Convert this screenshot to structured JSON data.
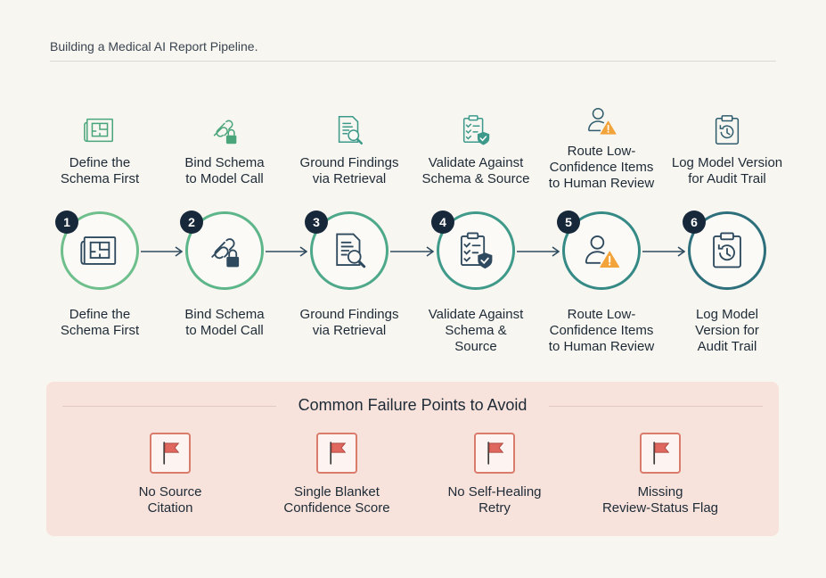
{
  "page": {
    "title": "Building a Medical AI Report Pipeline."
  },
  "steps": [
    {
      "number": "1",
      "top_label": [
        "Define the",
        "Schema First"
      ],
      "bottom_label": [
        "Define the",
        "Schema First"
      ],
      "icon": "blueprint-icon",
      "accent": "#6fbf8c"
    },
    {
      "number": "2",
      "top_label": [
        "Bind Schema",
        "to Model Call"
      ],
      "bottom_label": [
        "Bind Schema",
        "to Model Call"
      ],
      "icon": "chain-lock-icon",
      "accent": "#5db58a"
    },
    {
      "number": "3",
      "top_label": [
        "Ground Findings",
        "via Retrieval"
      ],
      "bottom_label": [
        "Ground Findings",
        "via Retrieval"
      ],
      "icon": "document-search-icon",
      "accent": "#4ea88a"
    },
    {
      "number": "4",
      "top_label": [
        "Validate Against",
        "Schema & Source"
      ],
      "bottom_label": [
        "Validate Against",
        "Schema &",
        "Source"
      ],
      "icon": "checklist-shield-icon",
      "accent": "#3f9a8a"
    },
    {
      "number": "5",
      "top_label": [
        "Route Low-",
        "Confidence Items",
        "to Human Review"
      ],
      "bottom_label": [
        "Route Low-",
        "Confidence Items",
        "to Human Review"
      ],
      "icon": "user-warning-icon",
      "accent": "#358a86"
    },
    {
      "number": "6",
      "top_label": [
        "Log Model Version",
        "for Audit Trail"
      ],
      "bottom_label": [
        "Log Model",
        "Version for",
        "Audit Trail"
      ],
      "icon": "clipboard-history-icon",
      "accent": "#2e6f7c"
    }
  ],
  "failures": {
    "heading": "Common Failure Points to Avoid",
    "items": [
      {
        "label": [
          "No Source",
          "Citation"
        ],
        "icon": "red-flag-icon"
      },
      {
        "label": [
          "Single Blanket",
          "Confidence Score"
        ],
        "icon": "red-flag-icon"
      },
      {
        "label": [
          "No Self-Healing",
          "Retry"
        ],
        "icon": "red-flag-icon"
      },
      {
        "label": [
          "Missing",
          "Review-Status Flag"
        ],
        "icon": "red-flag-icon"
      }
    ]
  },
  "colors": {
    "flag": "#e0675e",
    "badge": "#17283a",
    "panel": "#f8e3dc",
    "warning": "#f2a33a"
  }
}
